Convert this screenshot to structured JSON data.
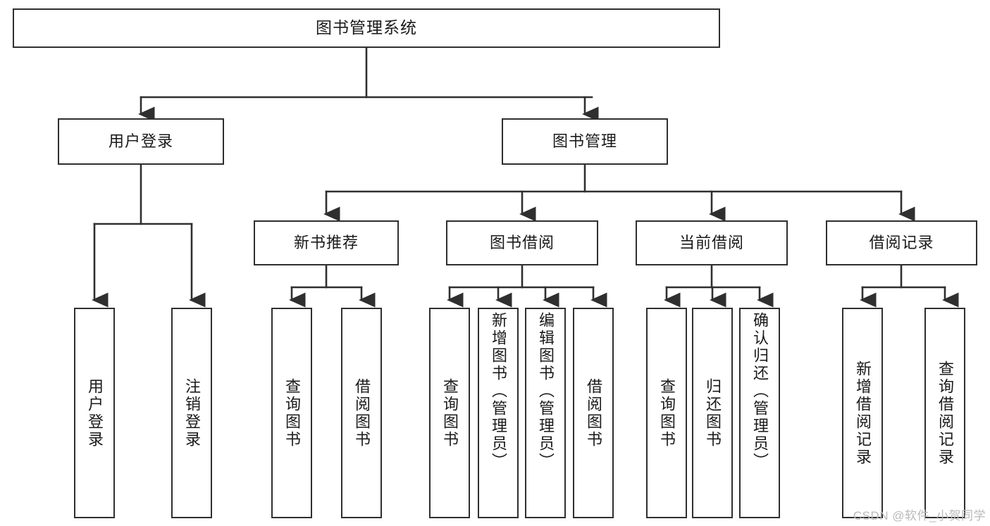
{
  "diagram": {
    "type": "tree",
    "title": "图书管理系统",
    "root": {
      "id": "root",
      "label": "图书管理系统"
    },
    "level1": [
      {
        "id": "user-login",
        "label": "用户登录"
      },
      {
        "id": "book-manage",
        "label": "图书管理"
      }
    ],
    "level2": [
      {
        "id": "new-book-rec",
        "label": "新书推荐"
      },
      {
        "id": "book-borrow",
        "label": "图书借阅"
      },
      {
        "id": "current-borrow",
        "label": "当前借阅"
      },
      {
        "id": "borrow-record",
        "label": "借阅记录"
      }
    ],
    "leaves": {
      "user_login": [
        {
          "id": "leaf-user-login",
          "label": "用户登录"
        },
        {
          "id": "leaf-logout",
          "label": "注销登录"
        }
      ],
      "new_book_rec": [
        {
          "id": "leaf-query-book-1",
          "label": "查询图书"
        },
        {
          "id": "leaf-borrow-book-1",
          "label": "借阅图书"
        }
      ],
      "book_borrow": [
        {
          "id": "leaf-query-book-2",
          "label": "查询图书"
        },
        {
          "id": "leaf-add-book",
          "label": "新增图书（管理员）"
        },
        {
          "id": "leaf-edit-book",
          "label": "编辑图书（管理员）"
        },
        {
          "id": "leaf-borrow-book-2",
          "label": "借阅图书"
        }
      ],
      "current_borrow": [
        {
          "id": "leaf-query-book-3",
          "label": "查询图书"
        },
        {
          "id": "leaf-return-book",
          "label": "归还图书"
        },
        {
          "id": "leaf-confirm-return",
          "label": "确认归还（管理员）"
        }
      ],
      "borrow_record": [
        {
          "id": "leaf-add-record",
          "label": "新增借阅记录"
        },
        {
          "id": "leaf-query-record",
          "label": "查询借阅记录"
        }
      ]
    },
    "colors": {
      "stroke": "#2f2f2f",
      "fill": "#ffffff",
      "text": "#1a1a1a",
      "watermark": "#b9b9b9"
    }
  },
  "watermark": {
    "text": "CSDN @软件_小贺同学"
  }
}
